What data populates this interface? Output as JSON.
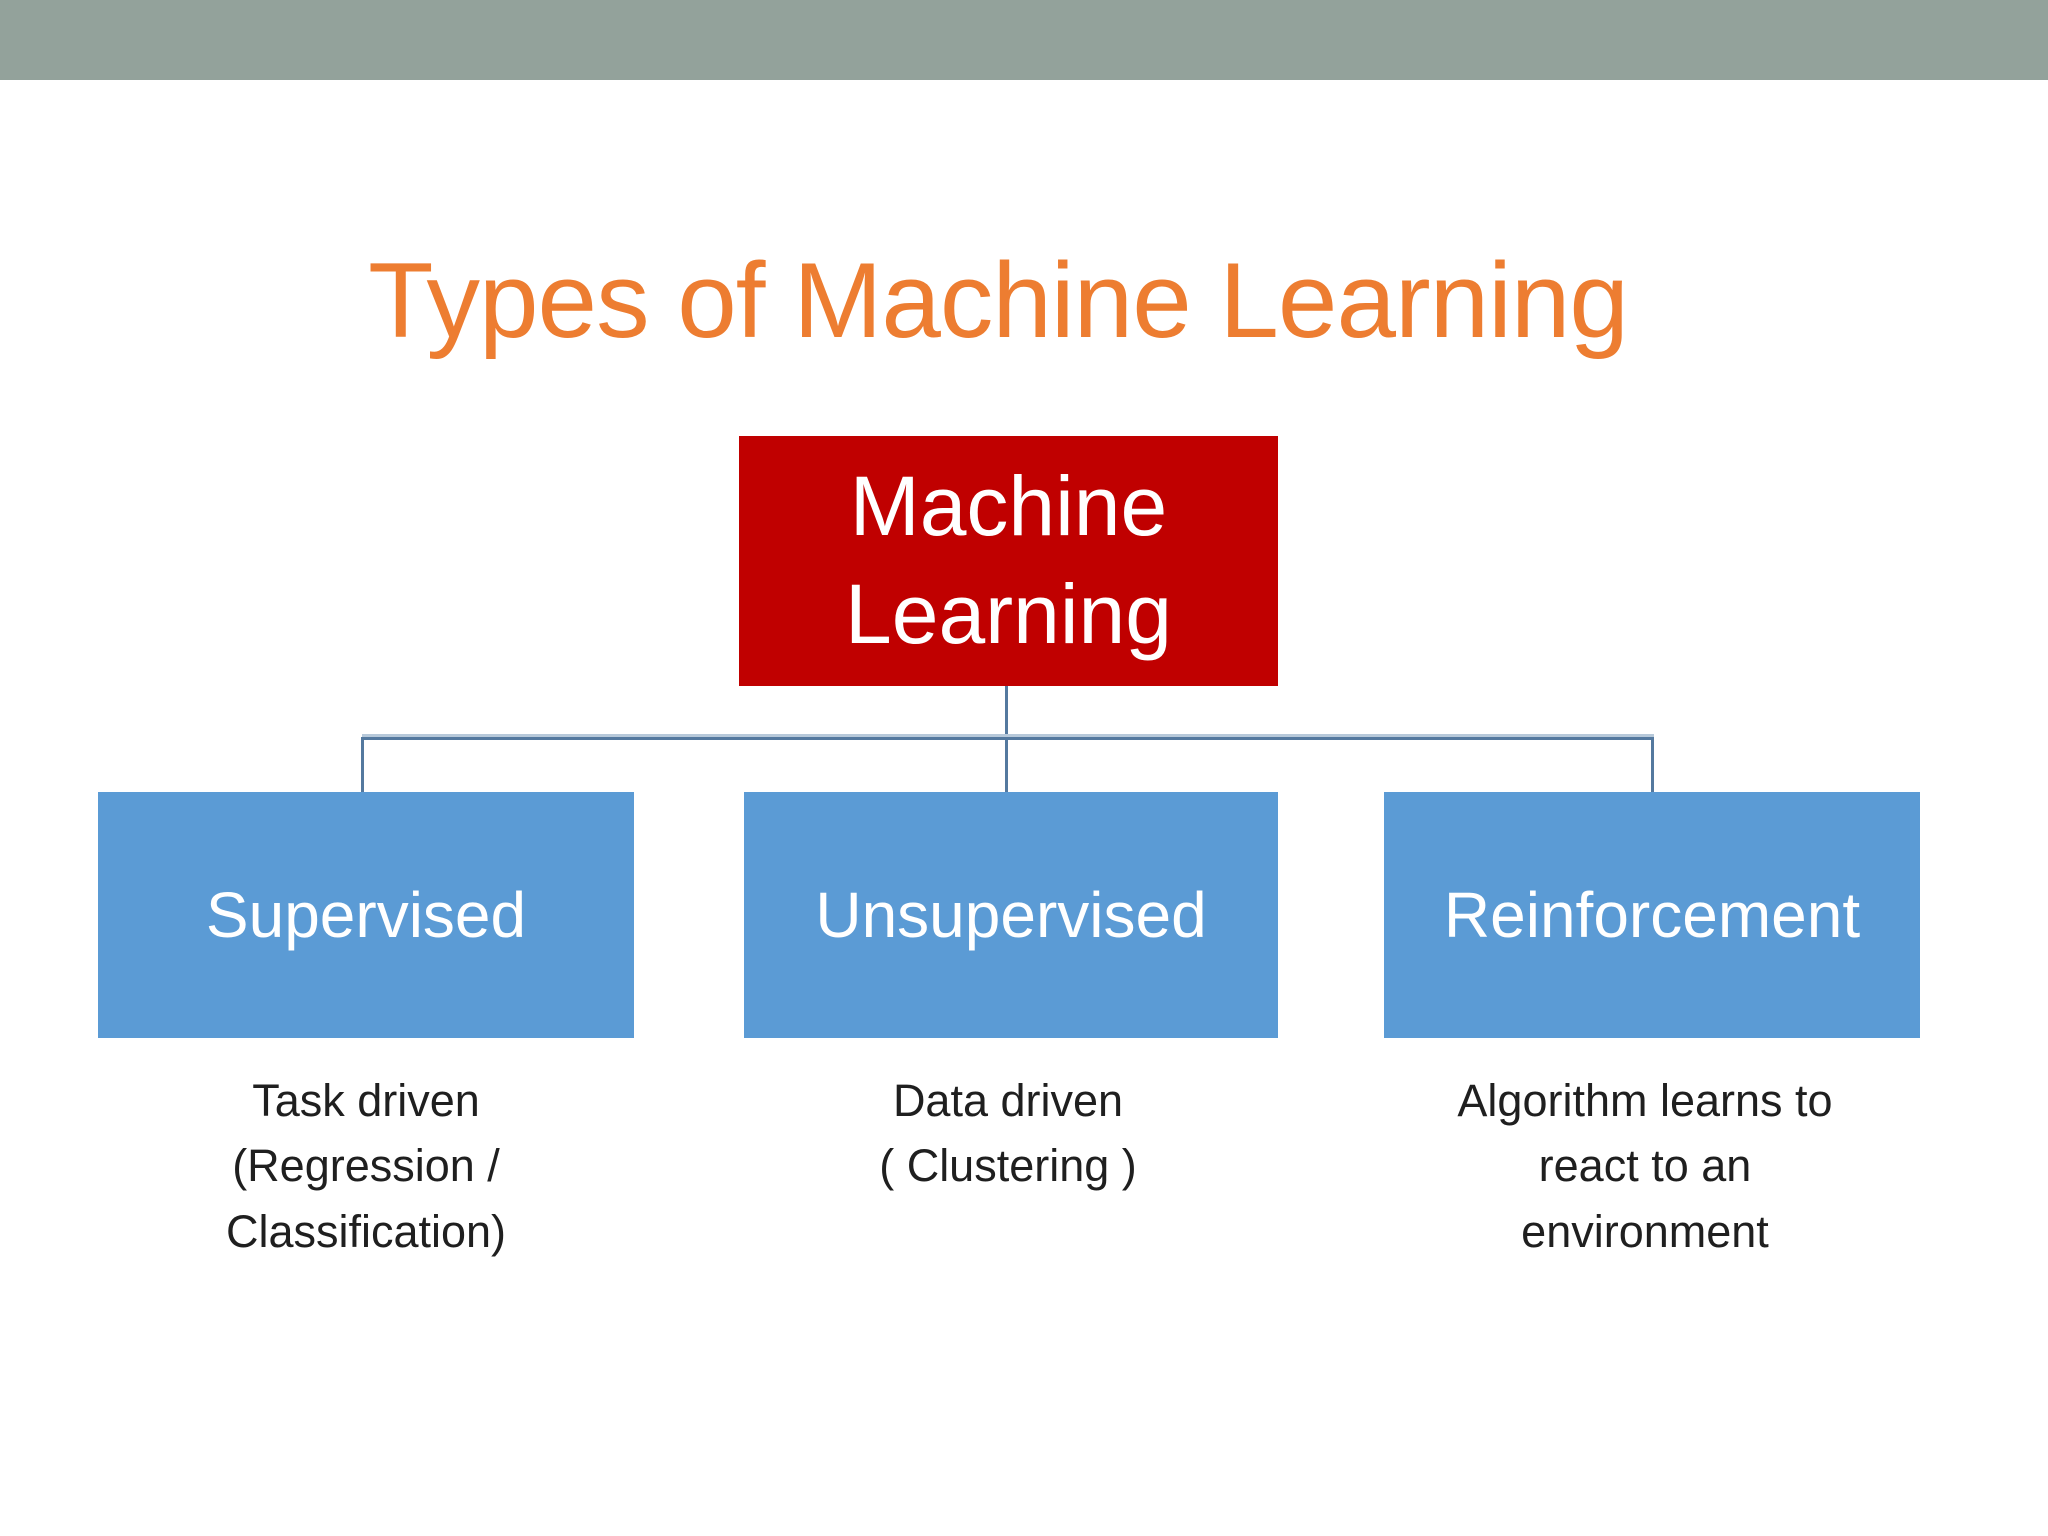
{
  "slide": {
    "title": "Types of Machine Learning",
    "colors": {
      "background": "#FFFFFF",
      "top_bar": "#93A29B",
      "title_text": "#ED7D31",
      "root_box_fill": "#C00000",
      "branch_box_fill": "#5B9BD5",
      "box_text": "#FFFFFF",
      "connector_line": "#54799F",
      "caption_text": "#1F1F1F"
    }
  },
  "diagram": {
    "root": {
      "label": "Machine\nLearning"
    },
    "branches": [
      {
        "label": "Supervised",
        "caption": "Task driven\n(Regression /\nClassification)"
      },
      {
        "label": "Unsupervised",
        "caption": "Data driven\n( Clustering )"
      },
      {
        "label": "Reinforcement",
        "caption": "Algorithm learns to\nreact to an\nenvironment"
      }
    ]
  }
}
